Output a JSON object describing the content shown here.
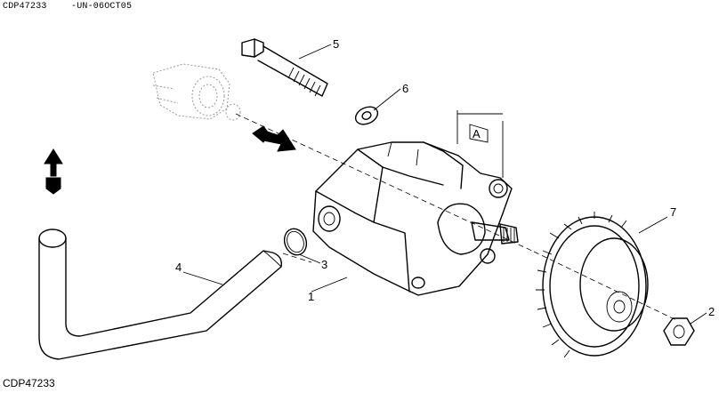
{
  "header": {
    "drawing_id": "CDP47233",
    "revision": "-UN-06OCT05"
  },
  "footer": {
    "drawing_id": "CDP47233"
  },
  "callouts": {
    "c1": "1",
    "c2": "2",
    "c3": "3",
    "c4": "4",
    "c5": "5",
    "c6": "6",
    "c7": "7",
    "view_a": "A"
  }
}
